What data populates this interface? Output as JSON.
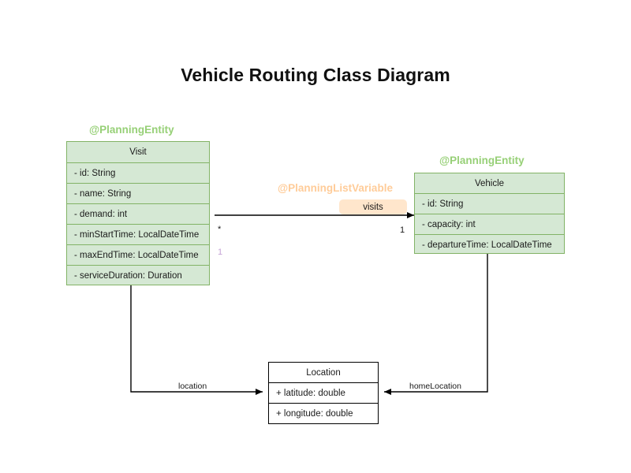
{
  "title": "Vehicle Routing Class Diagram",
  "classes": [
    {
      "key": "visit",
      "name": "Visit",
      "annotation": "@PlanningEntity",
      "attributes": [
        "- id: String",
        "- name: String",
        "- demand: int",
        "- minStartTime: LocalDateTime",
        "- maxEndTime: LocalDateTime",
        "- serviceDuration: Duration"
      ]
    },
    {
      "key": "vehicle",
      "name": "Vehicle",
      "annotation": "@PlanningEntity",
      "attributes": [
        "- id: String",
        "- capacity: int",
        "- departureTime: LocalDateTime"
      ]
    },
    {
      "key": "location",
      "name": "Location",
      "annotation": "",
      "attributes": [
        "+ latitude: double",
        "+ longitude: double"
      ]
    }
  ],
  "relations": {
    "visits": {
      "annotation": "@PlanningListVariable",
      "role": "visits",
      "source_multiplicity": "1",
      "target_multiplicity": "*",
      "extra_multiplicity": "1"
    },
    "location": {
      "label": "location"
    },
    "home_location": {
      "label": "homeLocation"
    }
  },
  "colors": {
    "class_fill": "#d5e8d4",
    "class_stroke": "#82b366",
    "annotation_green": "#97d077",
    "annotation_orange": "#ffcc99",
    "badge_fill": "#ffe6cc",
    "line": "#000000",
    "lavender": "#c5a3d6",
    "background": "#ffffff"
  }
}
